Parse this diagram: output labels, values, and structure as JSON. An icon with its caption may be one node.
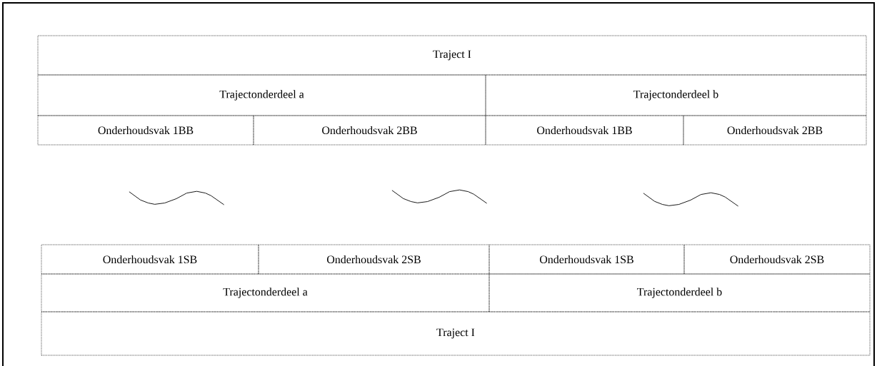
{
  "diagram": {
    "nodes": [
      {
        "text": [
          "Traject I"
        ]
      },
      {
        "text": [
          "Trajectonderdeel a"
        ]
      },
      {
        "text": [
          "Trajectonderdeel b"
        ]
      },
      {
        "text": [
          "Onderhoudsvak 1BB"
        ]
      },
      {
        "text": [
          "Onderhoudsvak 2BB"
        ]
      },
      {
        "text": [
          "Onderhoudsvak 1BB"
        ]
      },
      {
        "text": [
          "Onderhoudsvak 2BB"
        ]
      },
      {
        "text": [
          "Onderhoudsvak 1SB"
        ]
      },
      {
        "text": [
          "Onderhoudsvak 2SB"
        ]
      },
      {
        "text": [
          "Onderhoudsvak 1SB"
        ]
      },
      {
        "text": [
          "Onderhoudsvak 2SB"
        ]
      },
      {
        "text": [
          "Trajectonderdeel a"
        ]
      },
      {
        "text": [
          "Trajectonderdeel b"
        ]
      },
      {
        "text": [
          "Traject I"
        ]
      }
    ]
  }
}
